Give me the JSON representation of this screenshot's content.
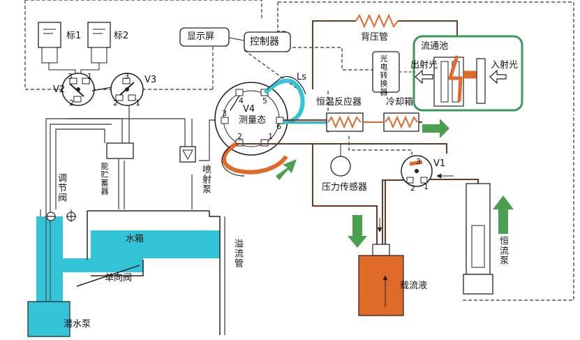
{
  "labels": {
    "std1": "标1",
    "std2": "标2",
    "display": "显示屏",
    "controller": "控制器",
    "back_pressure_tube": "背压管",
    "photoelectric_converter": "光电转换器",
    "exit_light": "出射光",
    "flow_cell": "流通池",
    "incident_light": "入射光",
    "thermostatic_reactor": "恒温反应器",
    "cooling_box": "冷却箱",
    "pressure_sensor": "压力传感器",
    "v1": "V1",
    "v2": "V2",
    "v3": "V3",
    "v4": "V4",
    "measure_state": "测量态",
    "ls": "Ls",
    "regulating_valve": "调节阀",
    "energy_storage": "能贮蓄器",
    "jet_pump": "喷射泵",
    "overflow_pipe": "溢流管",
    "water_tank": "水箱",
    "check_valve": "单向阀",
    "submersible_pump": "潜水泵",
    "carrier_liquid": "载流液",
    "constant_flow_pump": "恒流泵"
  },
  "valve_ports": {
    "v2": [
      "1",
      "2",
      "3"
    ],
    "v3": [
      "1",
      "2",
      "3"
    ],
    "v4": [
      "1",
      "2",
      "3",
      "4",
      "5",
      "6"
    ],
    "v1": [
      "1",
      "2",
      "3"
    ]
  },
  "colors": {
    "water": "#33c4d8",
    "carrier": "#e06a2a",
    "pipe": "#6b3a1f",
    "arrow": "#4aa050",
    "flow_cell_border": "#3a9a5a"
  }
}
